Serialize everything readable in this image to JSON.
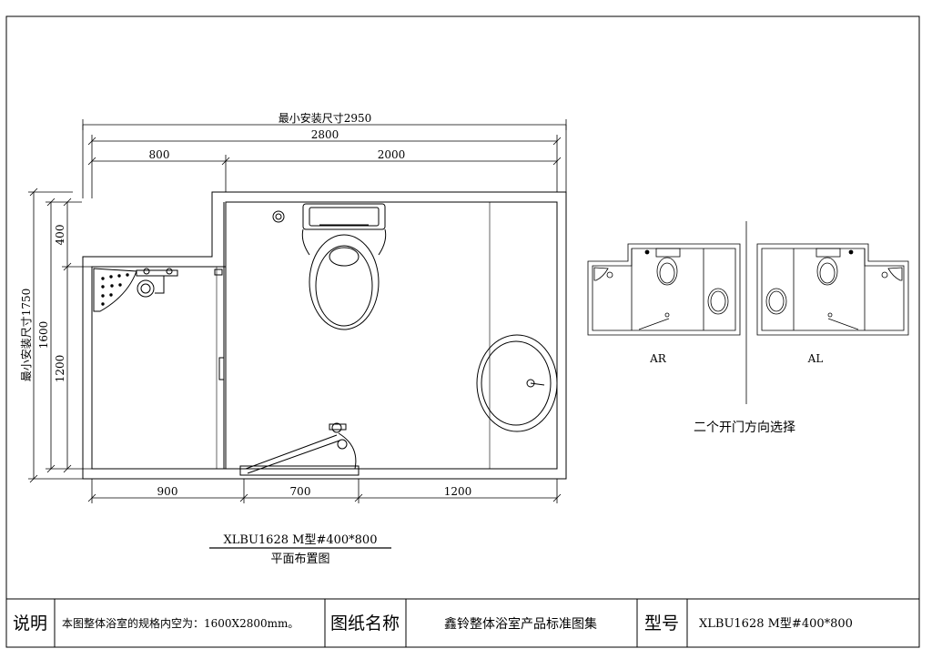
{
  "drawing": {
    "dimensions": {
      "min_install_width": "最小安装尺寸2950",
      "overall_width": "2800",
      "left_width": "800",
      "right_width": "2000",
      "bottom_left": "900",
      "bottom_door": "700",
      "bottom_right": "1200",
      "min_install_height": "最小安装尺寸1750",
      "overall_height": "1600",
      "upper_offset": "400",
      "lower_height": "1200"
    },
    "model_label": "XLBU1628 M型#400*800",
    "plan_title": "平面布置图",
    "variants": [
      {
        "label": "AR"
      },
      {
        "label": "AL"
      }
    ],
    "door_note": "二个开门方向选择"
  },
  "title_block": {
    "desc_label": "说明",
    "desc_text": "本图整体浴室的规格内空为：1600X2800mm。",
    "name_label": "图纸名称",
    "name_value": "鑫铃整体浴室产品标准图集",
    "model_label": "型号",
    "model_value": "XLBU1628 M型#400*800"
  }
}
